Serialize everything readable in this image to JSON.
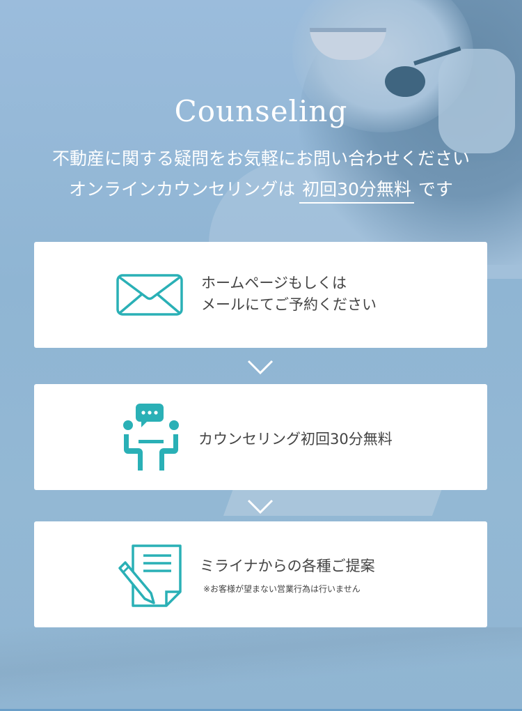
{
  "section": {
    "title": "Counseling",
    "lead_line1": "不動産に関する疑問をお気軽にお問い合わせください",
    "lead_line2_prefix": "オンラインカウンセリングは",
    "lead_line2_highlight": "初回30分無料",
    "lead_line2_suffix": "です"
  },
  "steps": [
    {
      "icon": "envelope-icon",
      "line1": "ホームページもしくは",
      "line2": "メールにてご予約ください"
    },
    {
      "icon": "counseling-meeting-icon",
      "line1": "カウンセリング初回30分無料"
    },
    {
      "icon": "document-pencil-icon",
      "line1": "ミライナからの各種ご提案",
      "note": "※お客様が望まない営業行為は行いません"
    }
  ],
  "arrows": [
    "chevron-down-icon",
    "chevron-down-icon"
  ],
  "colors": {
    "accent": "#2ab0b6",
    "card_bg": "#ffffff",
    "text": "#444444",
    "overlay": "#92b7d5"
  }
}
